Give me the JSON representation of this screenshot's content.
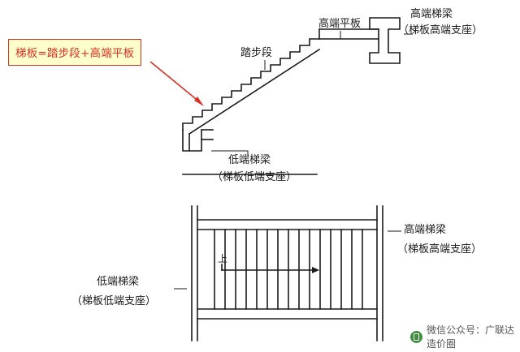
{
  "diagram": {
    "title_callout": "梯板=踏步段+高端平板",
    "labels": {
      "tabuduan": "踏步段",
      "gaoduan_pingban": "高端平板",
      "gaoduan_tiliang": "高端梯梁",
      "gaoduan_tiliang_sub": "（梯板高端支座）",
      "diduan_tiliang_top": "低端梯梁",
      "diduan_tiliang_top_sub": "（梯板低端支座）",
      "gaoduan_tiliang_bottom": "高端梯梁",
      "gaoduan_tiliang_bottom_sub": "（梯板高端支座）",
      "diduan_tiliang_bottom": "低端梯梁",
      "diduan_tiliang_bottom_sub": "（梯板低端支座）",
      "up_arrow_text": "上"
    },
    "watermark": {
      "text": "微信公众号：广联达造价圈",
      "logo": "wechat-logo-icon"
    },
    "colors": {
      "callout_bg": "#ffffcc",
      "callout_border": "#d93025",
      "callout_text": "#d93025",
      "line": "#1a1a1a",
      "text": "#1a1a1a"
    }
  }
}
